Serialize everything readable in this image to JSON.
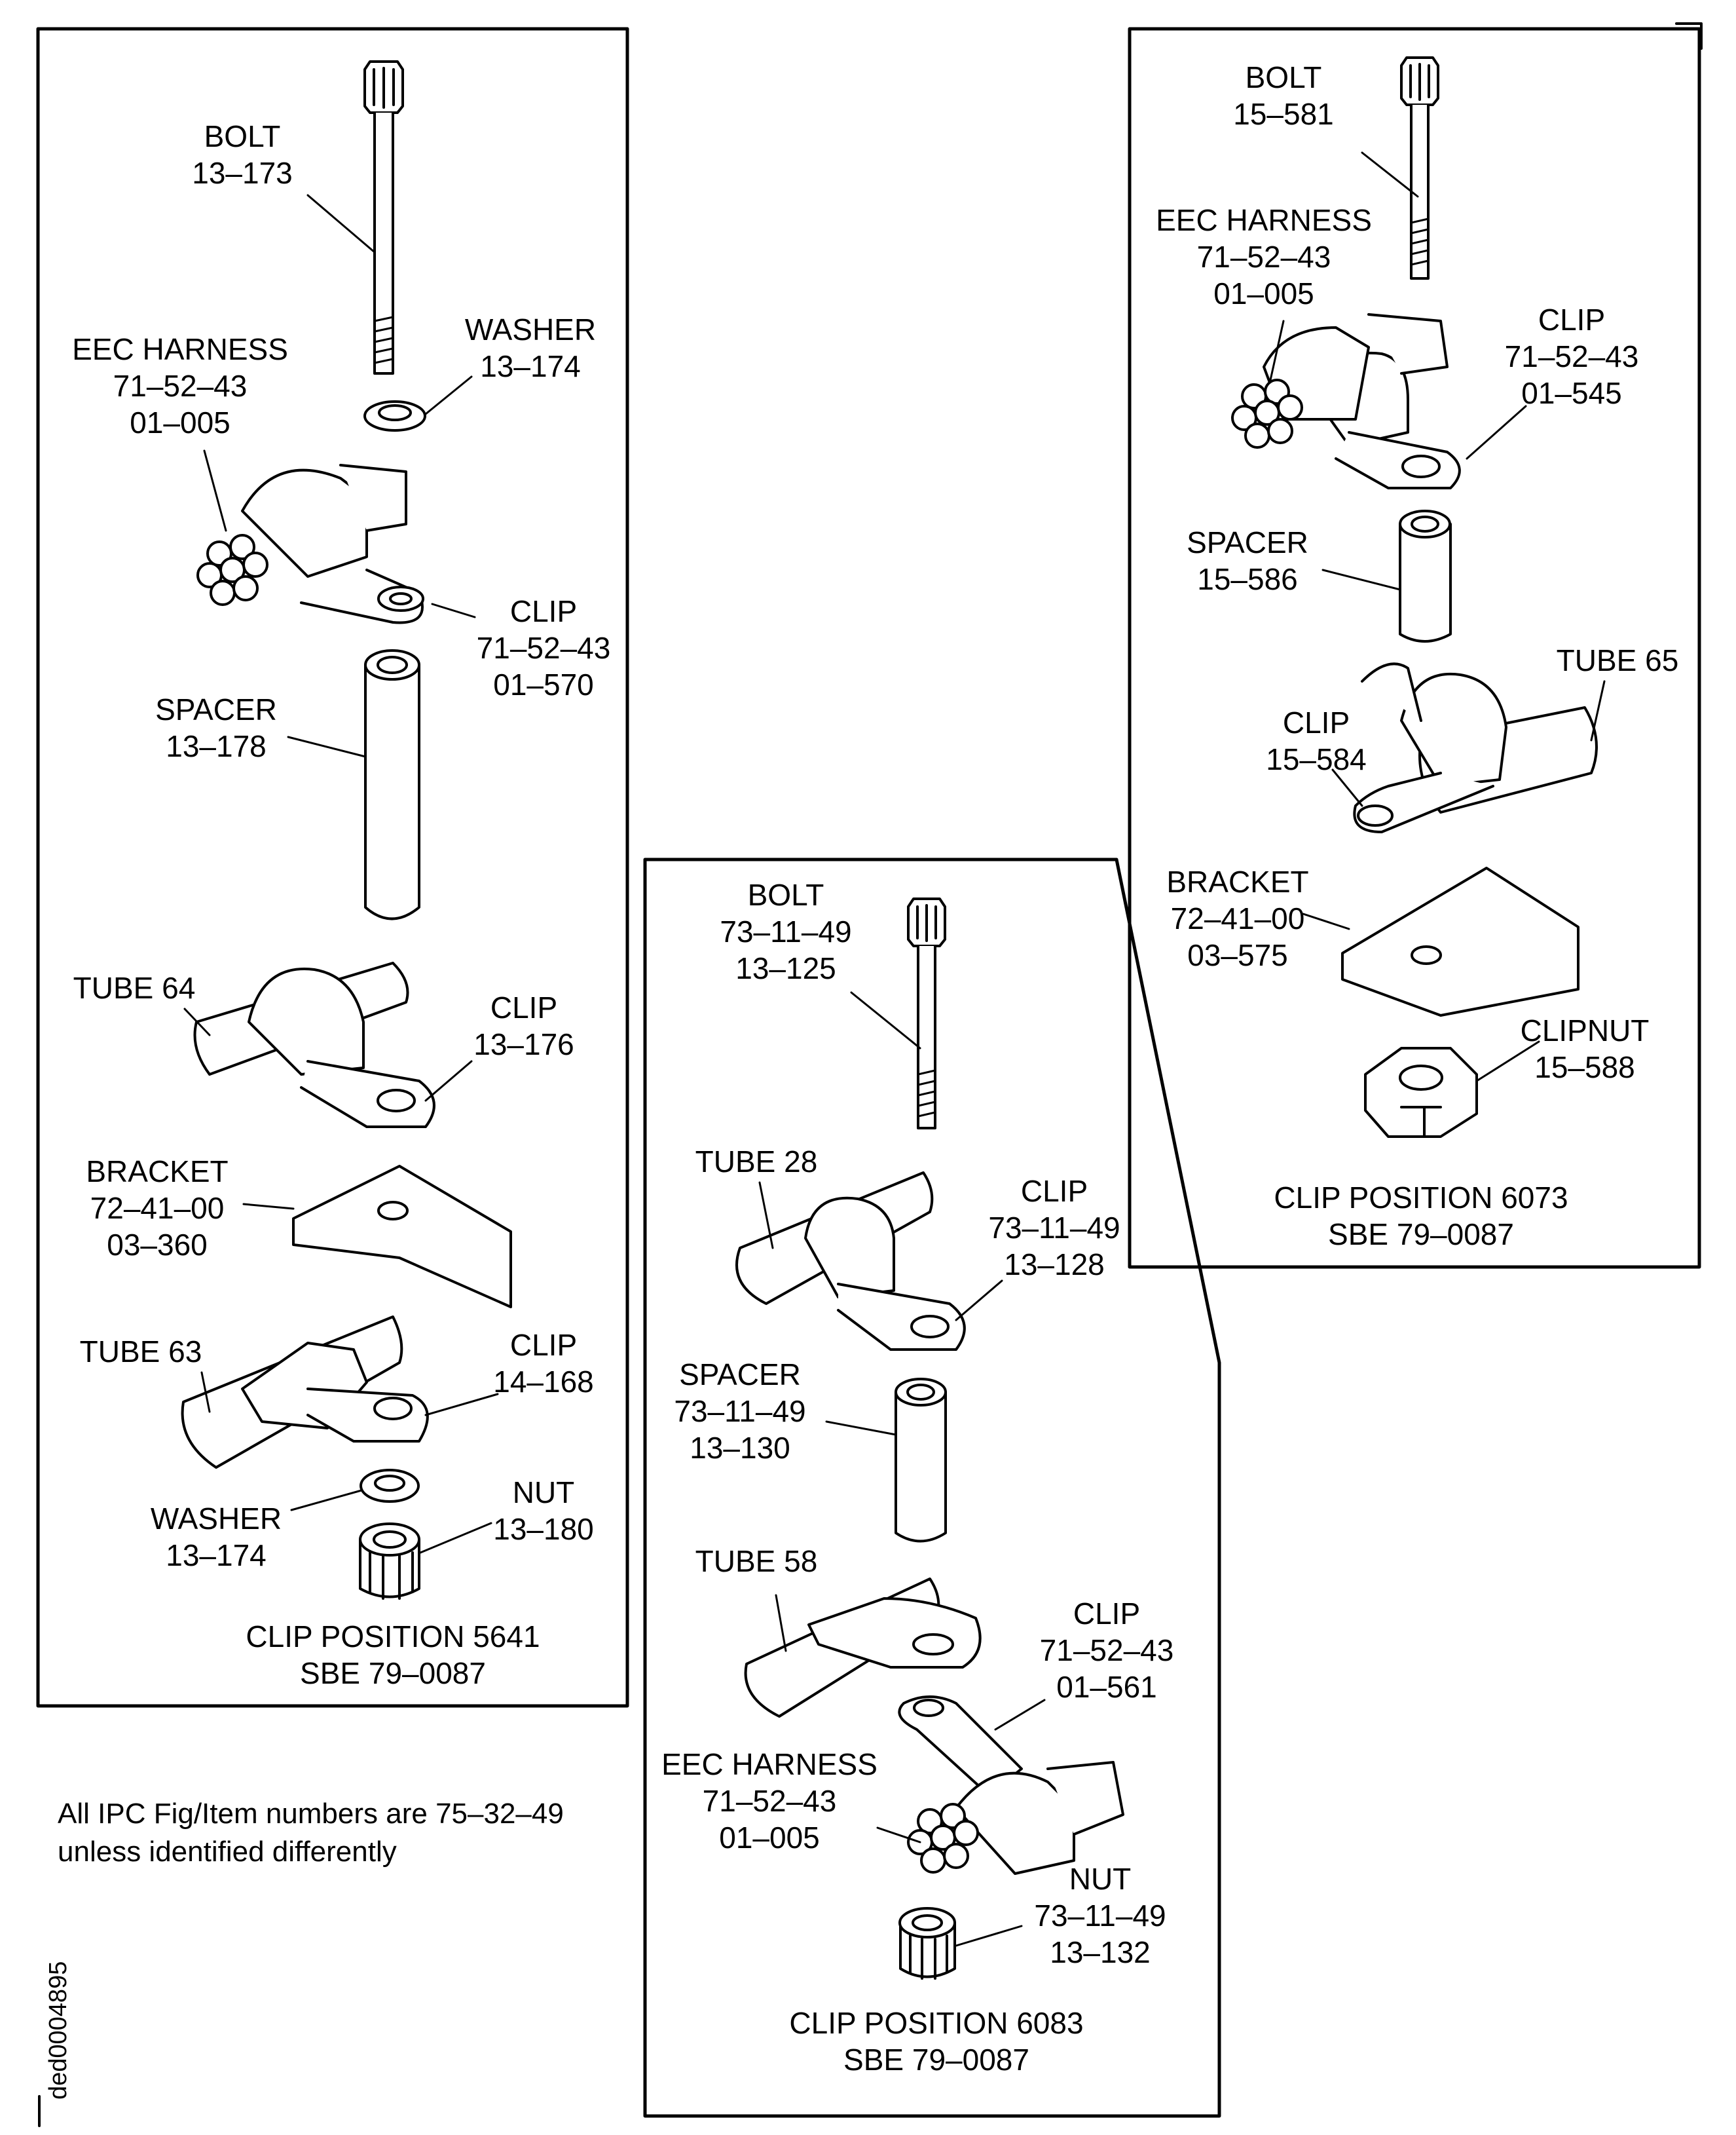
{
  "panels": {
    "p5641": {
      "bolt": {
        "name": "BOLT",
        "num": "13–173"
      },
      "washer_top": {
        "name": "WASHER",
        "num": "13–174"
      },
      "harness": {
        "name": "EEC HARNESS",
        "ref": "71–52–43",
        "num": "01–005"
      },
      "clip_a": {
        "name": "CLIP",
        "ref": "71–52–43",
        "num": "01–570"
      },
      "spacer": {
        "name": "SPACER",
        "num": "13–178"
      },
      "tube64": {
        "name": "TUBE 64"
      },
      "clip_b": {
        "name": "CLIP",
        "num": "13–176"
      },
      "bracket": {
        "name": "BRACKET",
        "ref": "72–41–00",
        "num": "03–360"
      },
      "tube63": {
        "name": "TUBE 63"
      },
      "clip_c": {
        "name": "CLIP",
        "num": "14–168"
      },
      "nut": {
        "name": "NUT",
        "num": "13–180"
      },
      "washer_bot": {
        "name": "WASHER",
        "num": "13–174"
      },
      "caption": {
        "line1": "CLIP POSITION 5641",
        "line2": "SBE 79–0087"
      }
    },
    "p6083": {
      "bolt": {
        "name": "BOLT",
        "ref": "73–11–49",
        "num": "13–125"
      },
      "tube28": {
        "name": "TUBE 28"
      },
      "clip_a": {
        "name": "CLIP",
        "ref": "73–11–49",
        "num": "13–128"
      },
      "spacer": {
        "name": "SPACER",
        "ref": "73–11–49",
        "num": "13–130"
      },
      "tube58": {
        "name": "TUBE 58"
      },
      "clip_b": {
        "name": "CLIP",
        "ref": "71–52–43",
        "num": "01–561"
      },
      "harness": {
        "name": "EEC HARNESS",
        "ref": "71–52–43",
        "num": "01–005"
      },
      "nut": {
        "name": "NUT",
        "ref": "73–11–49",
        "num": "13–132"
      },
      "caption": {
        "line1": "CLIP POSITION 6083",
        "line2": "SBE 79–0087"
      }
    },
    "p6073": {
      "bolt": {
        "name": "BOLT",
        "num": "15–581"
      },
      "harness": {
        "name": "EEC HARNESS",
        "ref": "71–52–43",
        "num": "01–005"
      },
      "clip_a": {
        "name": "CLIP",
        "ref": "71–52–43",
        "num": "01–545"
      },
      "spacer": {
        "name": "SPACER",
        "num": "15–586"
      },
      "tube65": {
        "name": "TUBE 65"
      },
      "clip_b": {
        "name": "CLIP",
        "num": "15–584"
      },
      "bracket": {
        "name": "BRACKET",
        "ref": "72–41–00",
        "num": "03–575"
      },
      "clipnut": {
        "name": "CLIPNUT",
        "num": "15–588"
      },
      "caption": {
        "line1": "CLIP POSITION 6073",
        "line2": "SBE 79–0087"
      }
    }
  },
  "note": {
    "line1": "All IPC Fig/Item numbers are 75–32–49",
    "line2": "unless identified differently"
  },
  "doc_id": "ded0004895"
}
